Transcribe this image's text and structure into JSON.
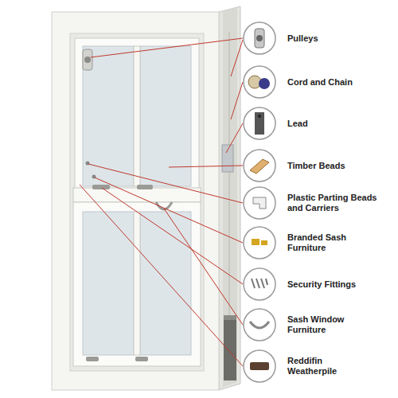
{
  "diagram": {
    "labels": [
      "Pulleys",
      "Cord and Chain",
      "Lead",
      "Timber Beads",
      "Plastic Parting Beads and Carriers",
      "Branded Sash Furniture",
      "Security Fittings",
      "Sash Window Furniture",
      "Reddifin Weatherpile"
    ]
  }
}
